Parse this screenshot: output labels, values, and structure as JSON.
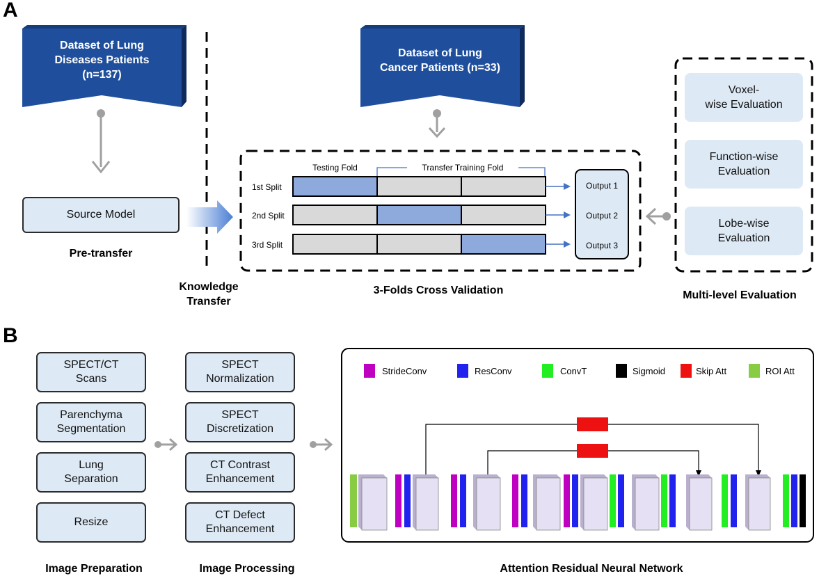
{
  "panel_a": {
    "letter": "A",
    "source_dataset": [
      "Dataset of Lung",
      "Diseases Patients",
      "(n=137)"
    ],
    "target_dataset": [
      "Dataset of Lung",
      "Cancer Patients (n=33)"
    ],
    "source_model": "Source Model",
    "pre_transfer": "Pre-transfer",
    "knowledge_transfer": [
      "Knowledge",
      "Transfer"
    ],
    "testing_fold": "Testing Fold",
    "transfer_training_fold": "Transfer Training Fold",
    "splits": [
      "1st Split",
      "2nd Split",
      "3rd Split"
    ],
    "outputs": [
      "Output 1",
      "Output 2",
      "Output 3"
    ],
    "cross_validation": "3-Folds Cross Validation",
    "evaluations": [
      [
        "Voxel-",
        "wise",
        "Evaluation"
      ],
      [
        "Function-wise",
        "Evaluation"
      ],
      [
        "Lobe-",
        "wise",
        "Evaluation"
      ]
    ],
    "multi_level": "Multi-level Evaluation"
  },
  "panel_b": {
    "letter": "B",
    "preparation_steps": [
      [
        "SPECT/CT",
        "Scans"
      ],
      [
        "Parenchyma",
        "Segmentation"
      ],
      [
        "Lung",
        "Separation"
      ],
      [
        "Resize"
      ]
    ],
    "processing_steps": [
      [
        "SPECT",
        "Normalization"
      ],
      [
        "SPECT",
        "Discretization"
      ],
      [
        "CT Contrast",
        "Enhancement"
      ],
      [
        "CT Defect",
        "Enhancement"
      ]
    ],
    "image_preparation": "Image Preparation",
    "image_processing": "Image Processing",
    "network_title": "Attention Residual Neural Network",
    "legend": [
      {
        "label": "StrideConv",
        "color": "#c000c0"
      },
      {
        "label": "ResConv",
        "color": "#2222ee"
      },
      {
        "label": "ConvT",
        "color": "#22ee22"
      },
      {
        "label": "Sigmoid",
        "color": "#000000"
      },
      {
        "label": "Skip Att",
        "color": "#ee1111"
      },
      {
        "label": "ROI Att",
        "color": "#88cc44"
      }
    ]
  },
  "colors": {
    "banner": "#1f4f9c",
    "banner_side": "#0f2a5c",
    "box_fill": "#dde9f5",
    "fold_highlight": "#8ea9db",
    "fold_gray": "#d9d9d9",
    "arrow_blue": "#4472c4",
    "arrow_gray": "#a0a0a0",
    "block_fill": "#e6e0f4"
  }
}
